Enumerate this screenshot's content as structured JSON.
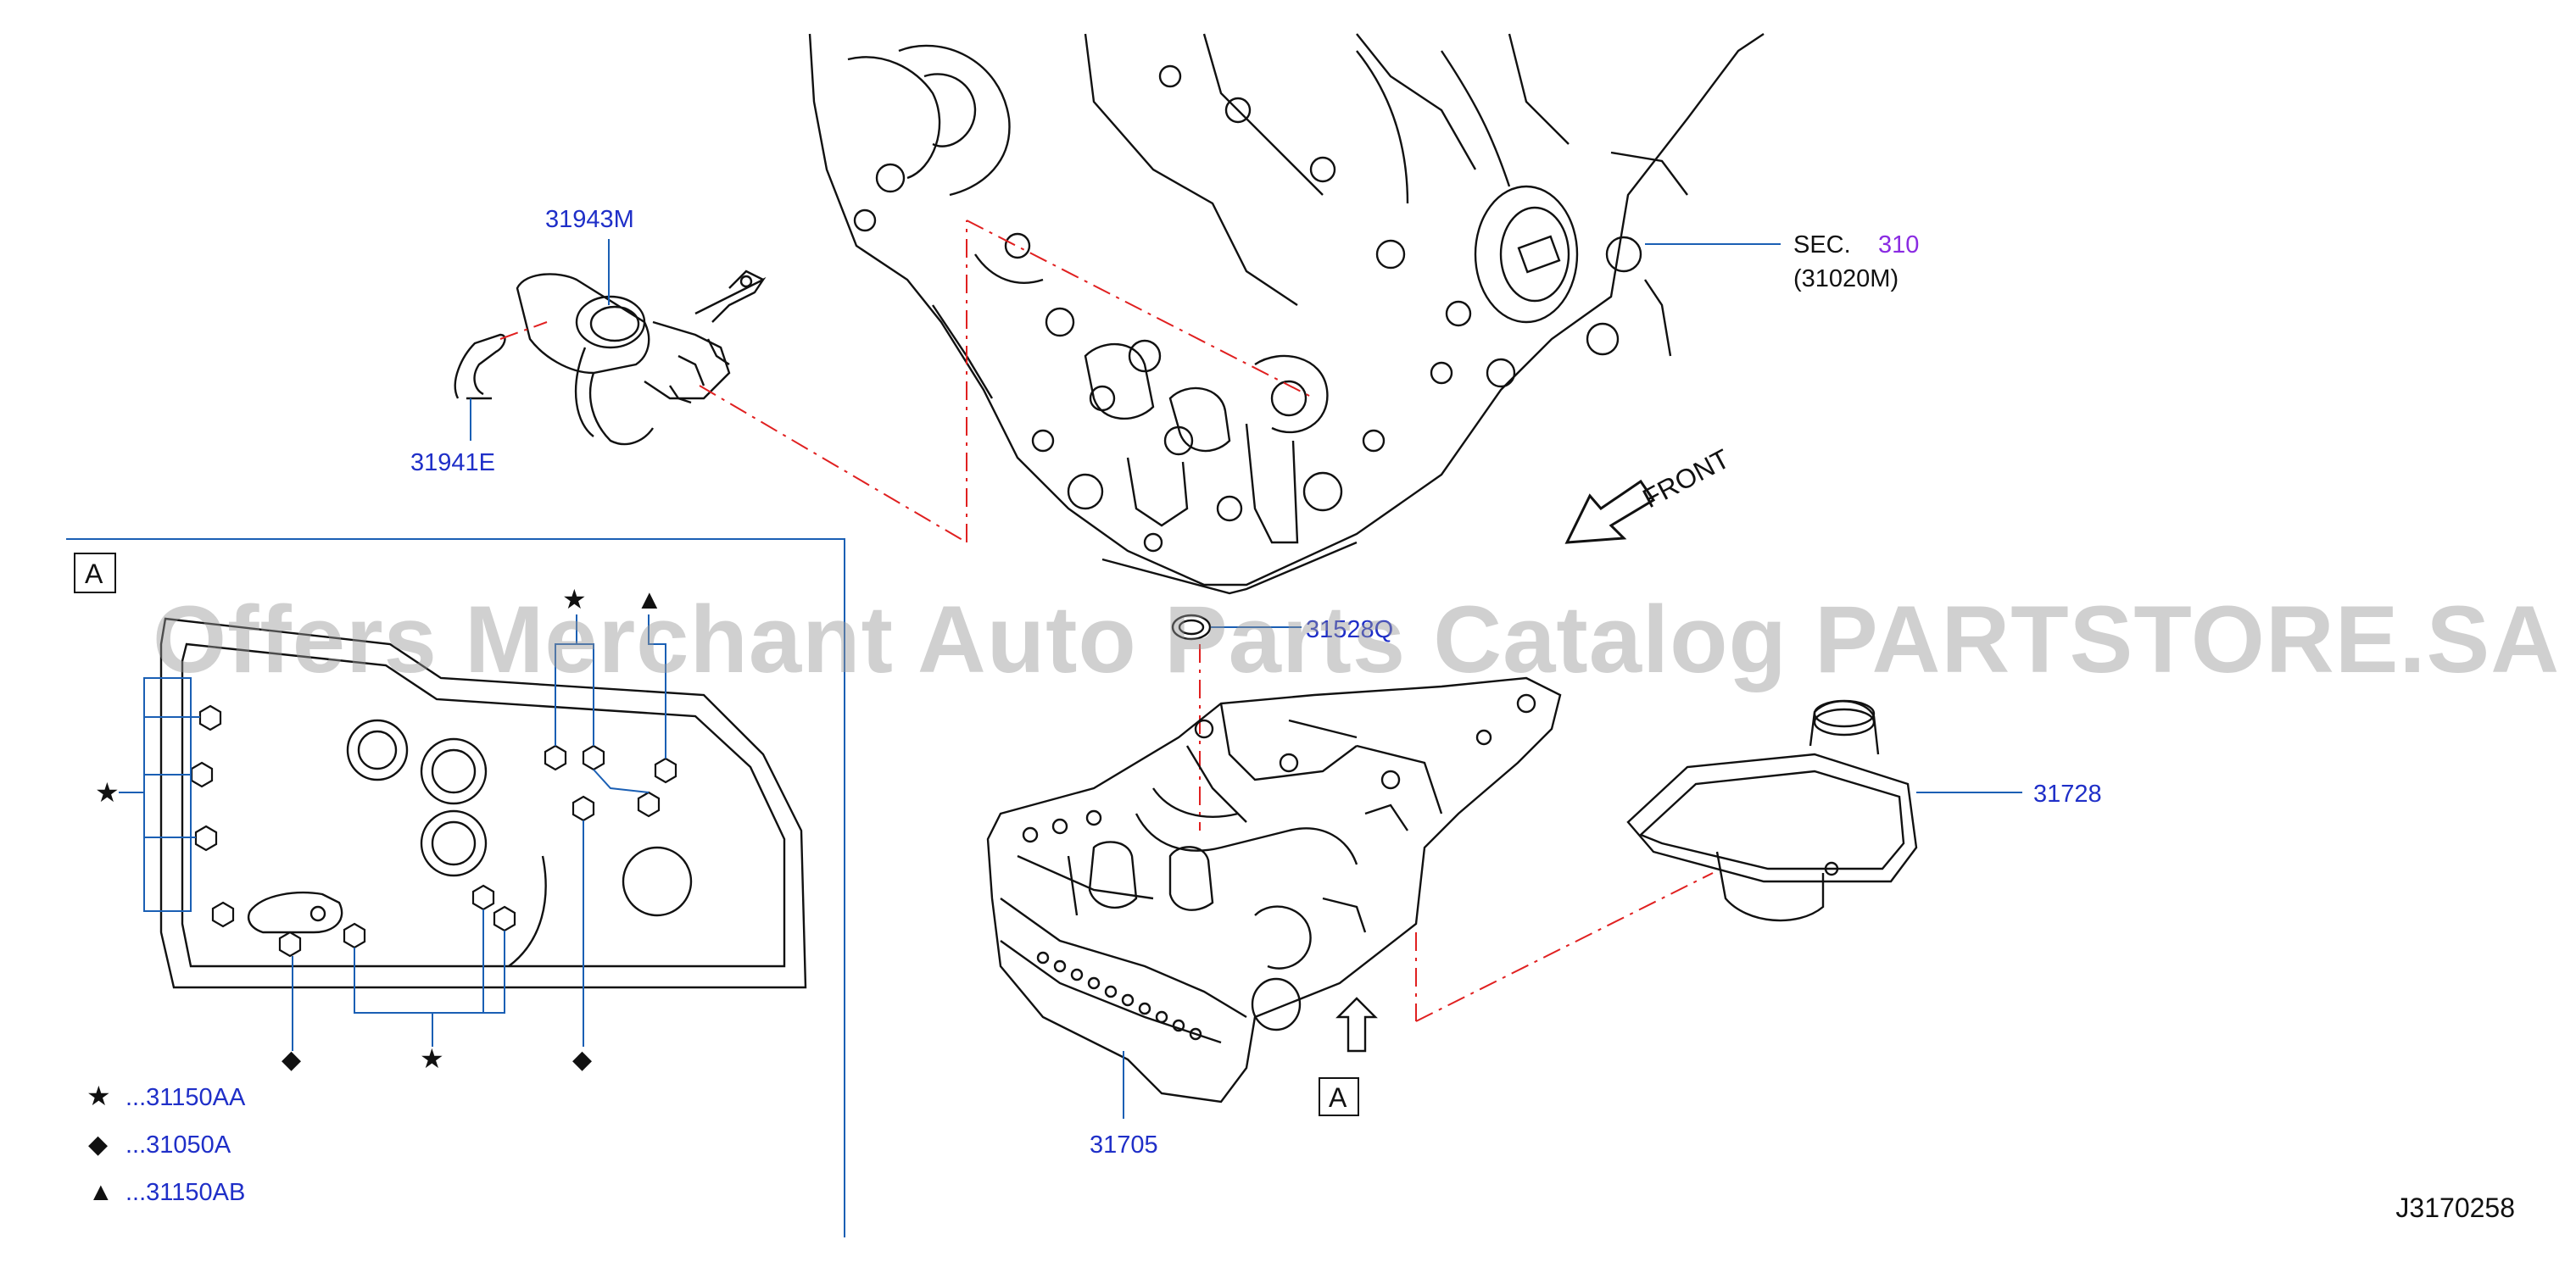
{
  "diagram_id": "J3170258",
  "watermark": "Offers Merchant Auto Parts Catalog PARTSTORE.SA",
  "parts": {
    "p31943m": "31943M",
    "p31941e": "31941E",
    "p31528q": "31528Q",
    "p31728": "31728",
    "p31705": "31705"
  },
  "section_ref": {
    "prefix": "SEC.",
    "number": "310",
    "sub": "(31020M)"
  },
  "front_label": "FRONT",
  "view_marker": "A",
  "detail_view_marker": "A",
  "legend": [
    {
      "symbol": "★",
      "code": "...31150AA"
    },
    {
      "symbol": "◆",
      "code": "...31050A"
    },
    {
      "symbol": "▲",
      "code": "...31150AB"
    }
  ],
  "detail_symbols": {
    "star": "★",
    "diamond": "◆",
    "triangle": "▲"
  },
  "colors": {
    "part_label": "#1f2fc8",
    "leader": "#1a5fb4",
    "dash_dot": "#e02020",
    "section_number": "#8a2be2"
  }
}
